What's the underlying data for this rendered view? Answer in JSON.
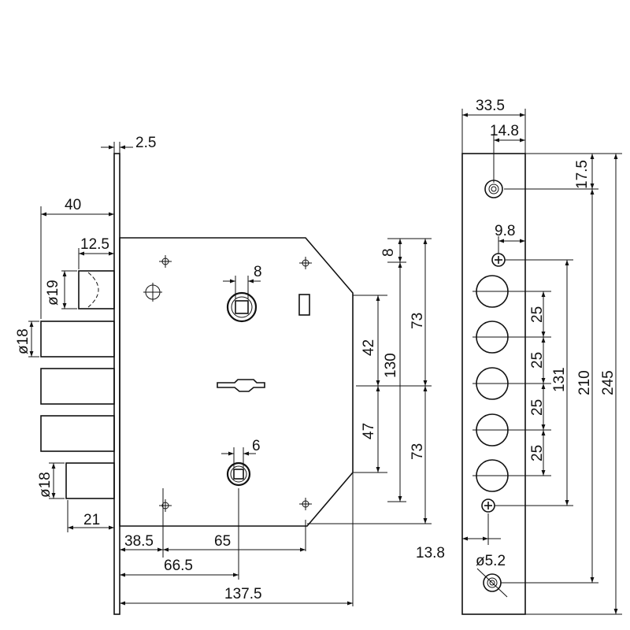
{
  "lock_side_view": {
    "dims": {
      "faceplate_thickness": "2.5",
      "bolt_throw": "40",
      "latch_projection": "12.5",
      "latch_diameter": "ø19",
      "bolt_diameter": "ø18",
      "lower_bolt_diameter": "ø18",
      "spindle_square": "8",
      "cylinder_square": "6",
      "lower_bolt_throw": "21",
      "backset": "38.5",
      "spindle_to_cylinder": "65",
      "cylinder_backset": "66.5",
      "case_length": "137.5"
    }
  },
  "lock_vertical_dims": {
    "bolt_offset_top": "8",
    "upper_span": "42",
    "lower_span": "47",
    "total_span": "130",
    "upper_half": "73",
    "lower_half": "73"
  },
  "faceplate_front_view": {
    "dims": {
      "plate_width": "33.5",
      "hole_offset": "14.8",
      "top_offset": "17.5",
      "screw_offset": "9.8",
      "bolt_pitch_1": "25",
      "bolt_pitch_2": "25",
      "bolt_pitch_3": "25",
      "bolt_pitch_4": "25",
      "bolt_span": "131",
      "mount_span": "210",
      "plate_height": "245",
      "bottom_offset": "13.8",
      "hole_diameter": "ø5.2"
    }
  }
}
